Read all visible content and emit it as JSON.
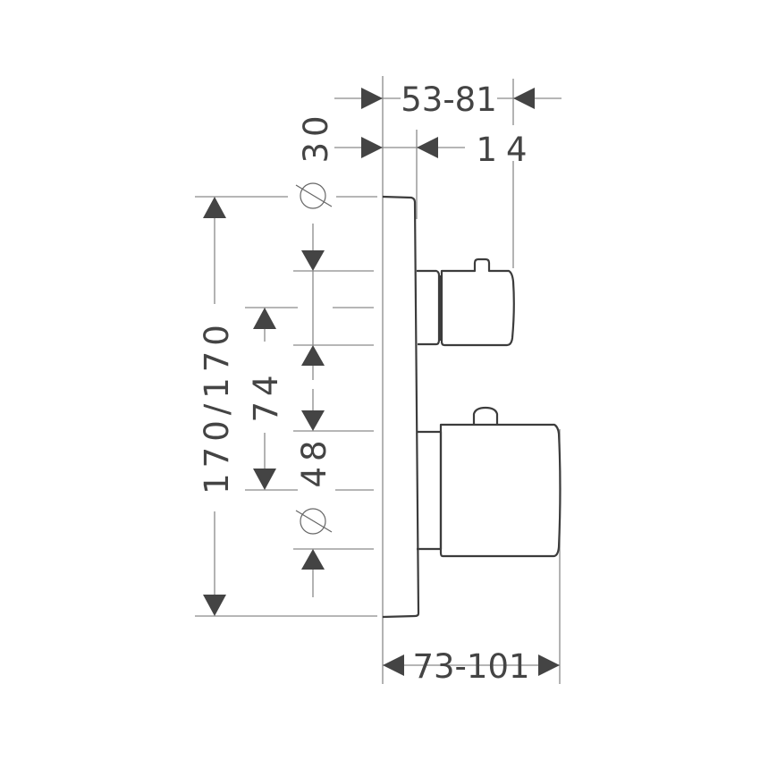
{
  "drawing": {
    "title": "Technical dimension drawing — wall-mounted thermostatic mixer, side view",
    "stroke_color": "#3c3c3c",
    "leader_color": "#8a8a8a",
    "arrow_color": "#444444"
  },
  "dimensions": {
    "top_overall": "53-81",
    "top_offset": "30",
    "top_small": "14",
    "height_total": "170/170",
    "spacing": "74",
    "diameter_lower": "48",
    "bottom_overall": "73-101"
  },
  "symbols": {
    "diameter_upper": "diameter-symbol",
    "diameter_lower": "diameter-symbol"
  }
}
